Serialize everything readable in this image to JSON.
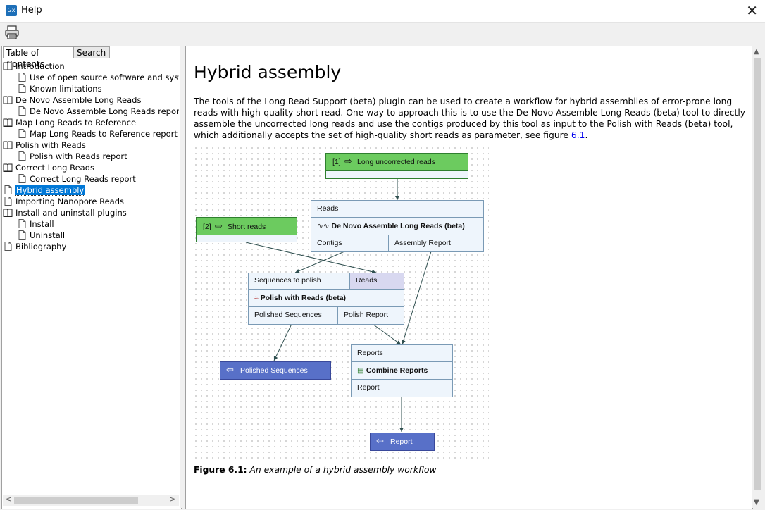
{
  "window": {
    "title": "Help",
    "app_icon": "Gx"
  },
  "toolbar": {
    "print_icon": "printer-icon"
  },
  "tabs": [
    {
      "label": "Table of Contents"
    },
    {
      "label": "Search"
    }
  ],
  "toc": [
    {
      "label": "Introduction",
      "type": "book"
    },
    {
      "label": "Use of open source software and system re",
      "type": "page"
    },
    {
      "label": "Known limitations",
      "type": "page"
    },
    {
      "label": "De Novo Assemble Long Reads",
      "type": "book"
    },
    {
      "label": "De Novo Assemble Long Reads report",
      "type": "page"
    },
    {
      "label": "Map Long Reads to Reference",
      "type": "book"
    },
    {
      "label": "Map Long Reads to Reference report",
      "type": "page"
    },
    {
      "label": "Polish with Reads",
      "type": "book"
    },
    {
      "label": "Polish with Reads report",
      "type": "page"
    },
    {
      "label": "Correct Long Reads",
      "type": "book"
    },
    {
      "label": "Correct Long Reads report",
      "type": "page"
    },
    {
      "label": "Hybrid assembly",
      "type": "page",
      "selected": true
    },
    {
      "label": "Importing Nanopore Reads",
      "type": "page"
    },
    {
      "label": "Install and uninstall plugins",
      "type": "book"
    },
    {
      "label": "Install",
      "type": "page"
    },
    {
      "label": "Uninstall",
      "type": "page"
    },
    {
      "label": "Bibliography",
      "type": "page"
    }
  ],
  "content": {
    "heading": "Hybrid assembly",
    "paragraph": "The tools of the Long Read Support (beta) plugin can be used to create a workflow for hybrid assemblies of error-prone long reads with high-quality short read. One way to approach this is to use the De Novo Assemble Long Reads (beta) tool to directly assemble the uncorrected long reads and use the contigs produced by this tool as input to the Polish with Reads (beta) tool, which additionally accepts the set of high-quality short reads as parameter, see figure ",
    "figure_link": "6.1",
    "paragraph_end": ".",
    "caption_label": "Figure 6.1:",
    "caption_text": "An example of a hybrid assembly workflow"
  },
  "workflow": {
    "input1": {
      "index": "[1]",
      "label": "Long uncorrected reads"
    },
    "input2": {
      "index": "[2]",
      "label": "Short reads"
    },
    "denovo": {
      "in": "Reads",
      "name": "De Novo Assemble Long Reads (beta)",
      "out1": "Contigs",
      "out2": "Assembly Report"
    },
    "polish": {
      "in1": "Sequences to polish",
      "in2": "Reads",
      "name": "Polish with Reads (beta)",
      "out1": "Polished Sequences",
      "out2": "Polish Report"
    },
    "combine": {
      "in": "Reports",
      "name": "Combine Reports",
      "out": "Report"
    },
    "output1": {
      "label": "Polished Sequences"
    },
    "output2": {
      "label": "Report"
    }
  },
  "colors": {
    "input": "#6ccb5f",
    "output": "#5870c8",
    "tool_bg": "#eef5fc",
    "selection": "#0078d7"
  }
}
